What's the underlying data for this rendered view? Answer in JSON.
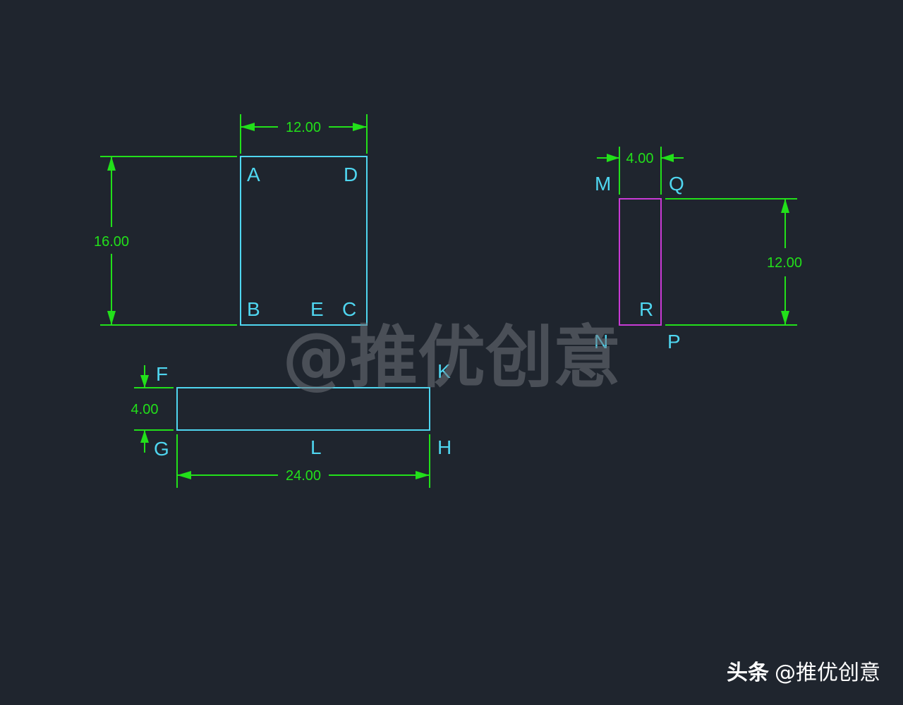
{
  "colors": {
    "background": "#1f252e",
    "outline_cyan": "#4fd6f0",
    "outline_magenta": "#c93ad6",
    "dimension_green": "#22e01a",
    "label_cyan": "#4fd6f0"
  },
  "dimensions": {
    "rect_width": "12.00",
    "rect_height": "16.00",
    "small_width": "4.00",
    "small_height": "12.00",
    "bar_height": "4.00",
    "bar_width": "24.00"
  },
  "points": {
    "A": "A",
    "B": "B",
    "C": "C",
    "D": "D",
    "E": "E",
    "F": "F",
    "G": "G",
    "H": "H",
    "K": "K",
    "L": "L",
    "M": "M",
    "N": "N",
    "P": "P",
    "Q": "Q",
    "R": "R"
  },
  "watermark": "@推优创意",
  "footer": {
    "platform": "头条",
    "account": "@推优创意"
  }
}
